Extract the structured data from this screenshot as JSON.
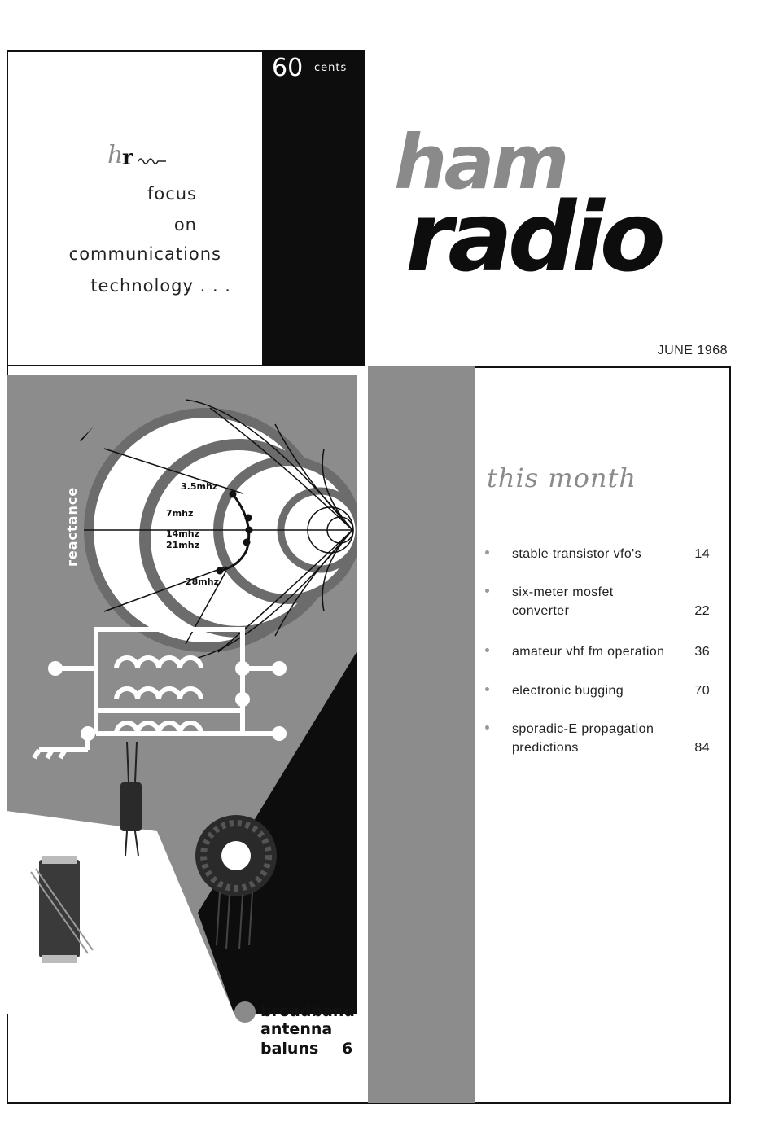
{
  "price": {
    "amount": "60",
    "unit": "cents"
  },
  "tagline": [
    "focus",
    "on",
    "communications",
    "technology . . ."
  ],
  "logo_text": "hr",
  "masthead": {
    "word1": "ham",
    "word2": "radio"
  },
  "issue_date": "JUNE 1968",
  "this_month": {
    "heading": "this month",
    "items": [
      {
        "title": "stable transistor vfo's",
        "page": "14"
      },
      {
        "title": "six-meter mosfet converter",
        "page": "22"
      },
      {
        "title": "amateur vhf fm operation",
        "page": "36"
      },
      {
        "title": "electronic bugging",
        "page": "70"
      },
      {
        "title": "sporadic-E propagation predictions",
        "page": "84"
      }
    ]
  },
  "illustration": {
    "axis_label": "reactance",
    "frequency_labels": [
      "3.5mhz",
      "7mhz",
      "14mhz",
      "21mhz",
      "28mhz"
    ]
  },
  "cover_feature": {
    "lines": [
      "broadband",
      "antenna",
      "baluns"
    ],
    "page": "6"
  },
  "colors": {
    "gray": "#8c8c8c",
    "black": "#0d0d0d",
    "white": "#ffffff"
  }
}
